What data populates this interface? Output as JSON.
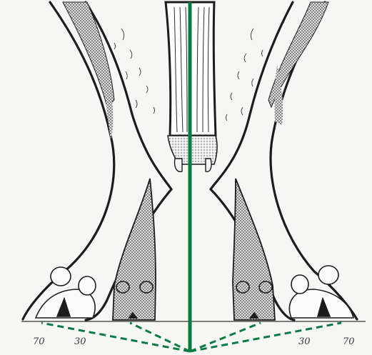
{
  "diagram": {
    "labels": [
      {
        "id": "left-70",
        "text": "70"
      },
      {
        "id": "left-30",
        "text": "30"
      },
      {
        "id": "right-30",
        "text": "30"
      },
      {
        "id": "right-70",
        "text": "70"
      }
    ],
    "colors": {
      "ink": "#1c1c1c",
      "background": "#f6f6f4",
      "axis": "#0b7a45",
      "shading": "#b9b9b9"
    }
  }
}
